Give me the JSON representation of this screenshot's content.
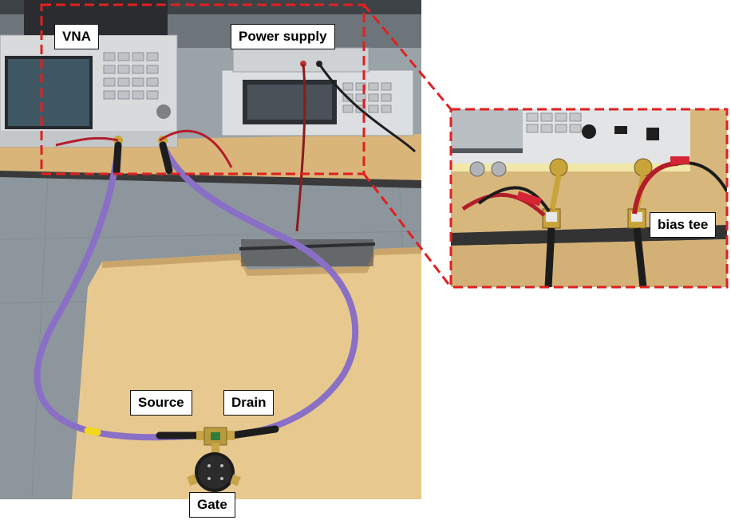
{
  "labels": {
    "vna": "VNA",
    "power_supply": "Power supply",
    "bias_tee": "bias tee",
    "source": "Source",
    "drain": "Drain",
    "gate": "Gate"
  },
  "colors": {
    "callout_dash": "#e02020",
    "cable": "#8a6fc6",
    "desk": "#e7c98f"
  }
}
